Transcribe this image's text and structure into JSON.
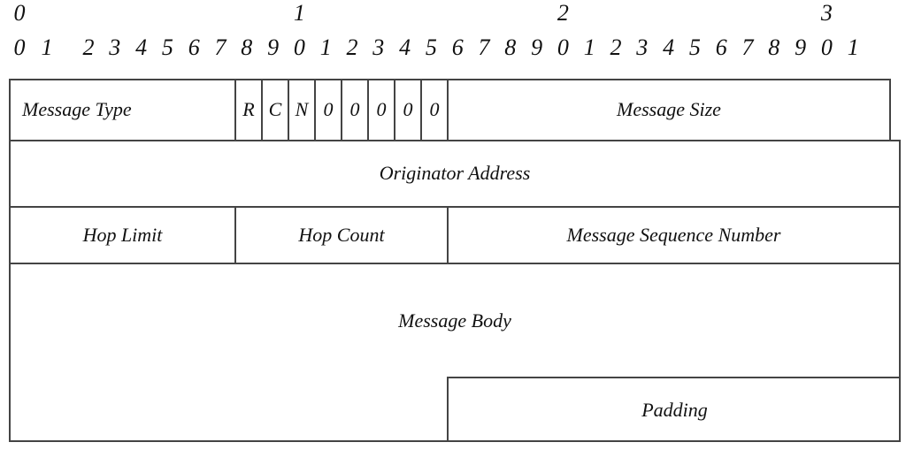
{
  "ruler": {
    "tens": [
      {
        "label": "0",
        "bit": 0
      },
      {
        "label": "1",
        "bit": 10
      },
      {
        "label": "2",
        "bit": 20
      },
      {
        "label": "3",
        "bit": 30
      }
    ],
    "bit_labels": [
      "0",
      "1",
      "2",
      "3",
      "4",
      "5",
      "6",
      "7",
      "8",
      "9",
      "0",
      "1",
      "2",
      "3",
      "4",
      "5",
      "6",
      "7",
      "8",
      "9",
      "0",
      "1",
      "2",
      "3",
      "4",
      "5",
      "6",
      "7",
      "8",
      "9",
      "0",
      "1"
    ]
  },
  "fields": {
    "message_type": "Message Type",
    "flags": [
      "R",
      "C",
      "N",
      "0",
      "0",
      "0",
      "0",
      "0"
    ],
    "message_size": "Message Size",
    "originator_address": "Originator Address",
    "hop_limit": "Hop Limit",
    "hop_count": "Hop Count",
    "message_sequence_number": "Message Sequence Number",
    "message_body": "Message Body",
    "padding": "Padding"
  },
  "colors": {
    "border": "#444444",
    "text": "#111111",
    "background": "#ffffff"
  }
}
